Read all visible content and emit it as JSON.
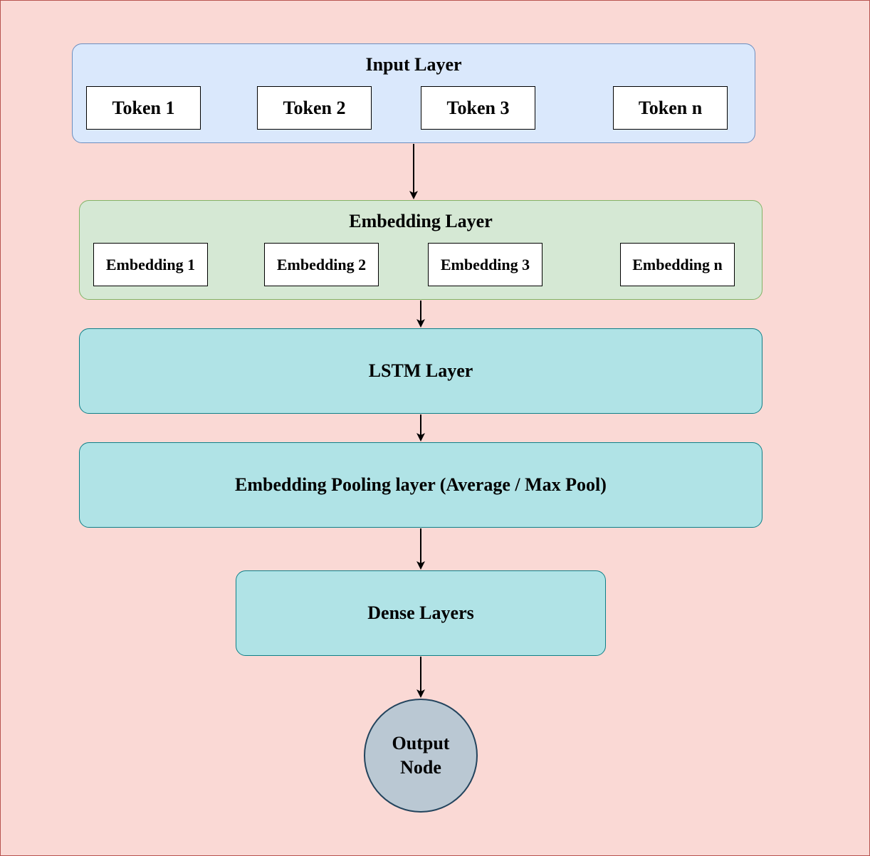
{
  "input_layer": {
    "title": "Input Layer",
    "tokens": [
      "Token 1",
      "Token 2",
      "Token 3",
      "Token n"
    ]
  },
  "embedding_layer": {
    "title": "Embedding Layer",
    "embeddings": [
      "Embedding 1",
      "Embedding 2",
      "Embedding 3",
      "Embedding n"
    ]
  },
  "lstm_layer": {
    "label": "LSTM Layer"
  },
  "pooling_layer": {
    "label": "Embedding Pooling layer (Average / Max Pool)"
  },
  "dense_layers": {
    "label": "Dense Layers"
  },
  "output_node": {
    "line1": "Output",
    "line2": "Node"
  },
  "colors": {
    "background": "#fad9d5",
    "input_fill": "#dae8fc",
    "input_stroke": "#6c8ebf",
    "embedding_fill": "#d5e8d4",
    "embedding_stroke": "#82b366",
    "layer_fill": "#b0e3e6",
    "layer_stroke": "#0e8088",
    "output_fill": "#bac8d3",
    "output_stroke": "#23445d"
  }
}
